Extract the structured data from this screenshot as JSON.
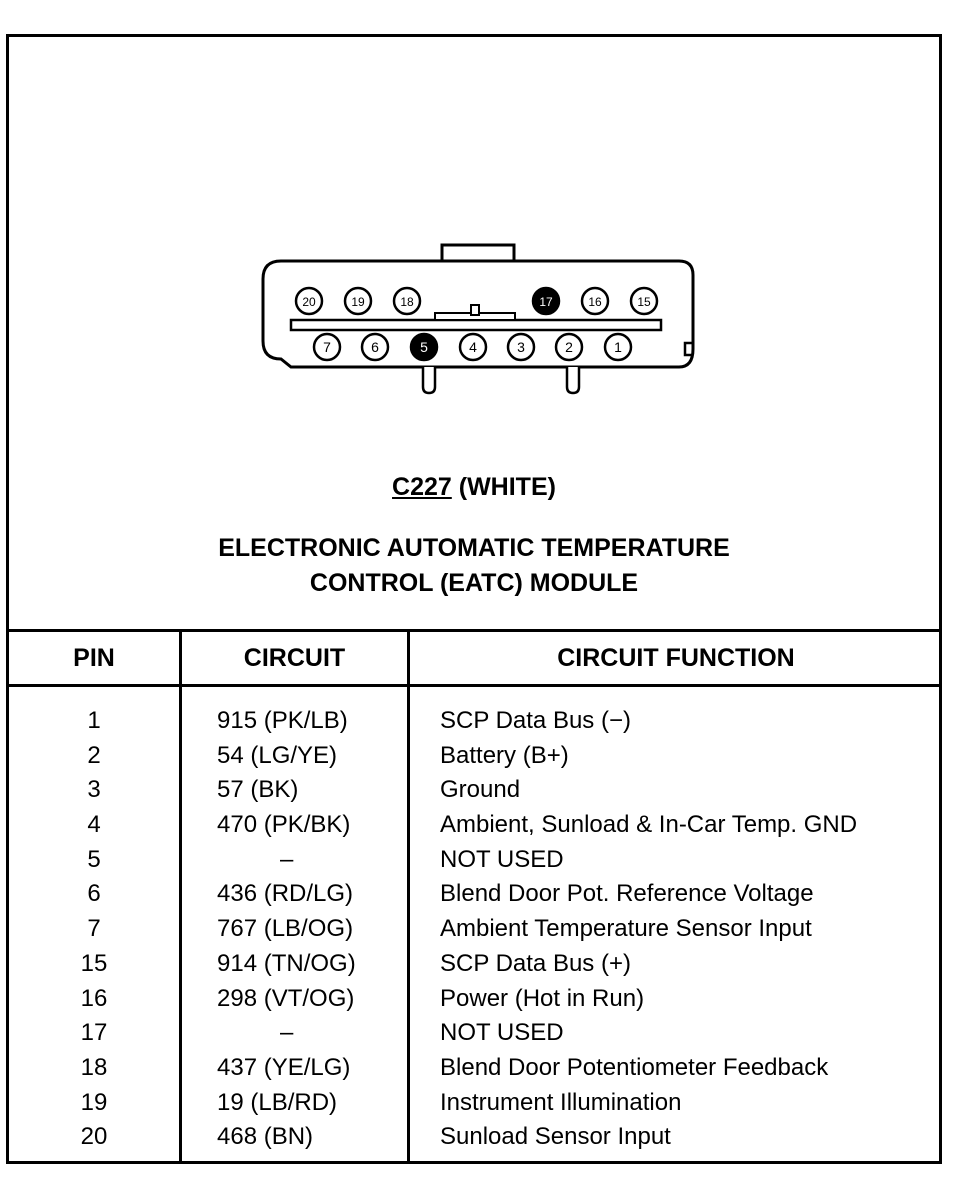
{
  "connector": {
    "id": "C227",
    "color_label": "(WHITE)",
    "top_row_pins": [
      "20",
      "19",
      "18",
      "17",
      "16",
      "15"
    ],
    "bottom_row_pins": [
      "7",
      "6",
      "5",
      "4",
      "3",
      "2",
      "1"
    ],
    "filled_pins": [
      "17",
      "5"
    ]
  },
  "module": {
    "line1": "ELECTRONIC AUTOMATIC TEMPERATURE",
    "line2": "CONTROL (EATC) MODULE"
  },
  "table": {
    "headers": {
      "pin": "PIN",
      "circuit": "CIRCUIT",
      "function": "CIRCUIT FUNCTION"
    },
    "rows": [
      {
        "pin": "1",
        "circuit": "915 (PK/LB)",
        "function": "SCP Data Bus (−)"
      },
      {
        "pin": "2",
        "circuit": "54 (LG/YE)",
        "function": "Battery (B+)"
      },
      {
        "pin": "3",
        "circuit": "57 (BK)",
        "function": "Ground"
      },
      {
        "pin": "4",
        "circuit": "470 (PK/BK)",
        "function": "Ambient, Sunload & In-Car Temp. GND"
      },
      {
        "pin": "5",
        "circuit": "–",
        "function": "NOT USED"
      },
      {
        "pin": "6",
        "circuit": "436 (RD/LG)",
        "function": "Blend Door Pot. Reference Voltage"
      },
      {
        "pin": "7",
        "circuit": "767 (LB/OG)",
        "function": "Ambient Temperature Sensor Input"
      },
      {
        "pin": "15",
        "circuit": "914 (TN/OG)",
        "function": "SCP Data Bus (+)"
      },
      {
        "pin": "16",
        "circuit": "298 (VT/OG)",
        "function": "Power (Hot in Run)"
      },
      {
        "pin": "17",
        "circuit": "–",
        "function": "NOT USED"
      },
      {
        "pin": "18",
        "circuit": "437 (YE/LG)",
        "function": "Blend Door Potentiometer Feedback"
      },
      {
        "pin": "19",
        "circuit": "19 (LB/RD)",
        "function": "Instrument Illumination"
      },
      {
        "pin": "20",
        "circuit": "468 (BN)",
        "function": "Sunload Sensor Input"
      }
    ]
  }
}
